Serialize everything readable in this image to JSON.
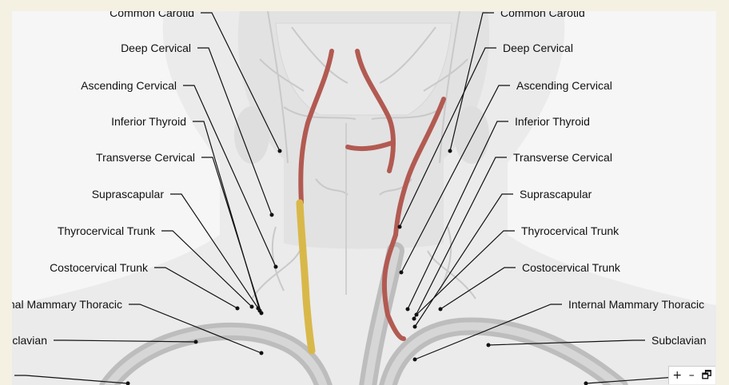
{
  "controls": {
    "zoom_in": "+",
    "zoom_out": "–",
    "restore": "🗗"
  },
  "labels_left": [
    {
      "id": "common-carotid-left",
      "text": "Common Carotid"
    },
    {
      "id": "deep-cervical-left",
      "text": "Deep Cervical"
    },
    {
      "id": "ascending-cervical-left",
      "text": "Ascending Cervical"
    },
    {
      "id": "inferior-thyroid-left",
      "text": "Inferior Thyroid"
    },
    {
      "id": "transverse-cervical-left",
      "text": "Transverse Cervical"
    },
    {
      "id": "suprascapular-left",
      "text": "Suprascapular"
    },
    {
      "id": "thyrocervical-trunk-left",
      "text": "Thyrocervical Trunk"
    },
    {
      "id": "costocervical-trunk-left",
      "text": "Costocervical Trunk"
    },
    {
      "id": "internal-mammary-thoracic-left",
      "text": "Internal Mammary Thoracic"
    },
    {
      "id": "subclavian-left",
      "text": "Subclavian"
    }
  ],
  "labels_right": [
    {
      "id": "common-carotid-right",
      "text": "Common Carotid"
    },
    {
      "id": "deep-cervical-right",
      "text": "Deep Cervical"
    },
    {
      "id": "ascending-cervical-right",
      "text": "Ascending Cervical"
    },
    {
      "id": "inferior-thyroid-right",
      "text": "Inferior Thyroid"
    },
    {
      "id": "transverse-cervical-right",
      "text": "Transverse Cervical"
    },
    {
      "id": "suprascapular-right",
      "text": "Suprascapular"
    },
    {
      "id": "thyrocervical-trunk-right",
      "text": "Thyrocervical Trunk"
    },
    {
      "id": "costocervical-trunk-right",
      "text": "Costocervical Trunk"
    },
    {
      "id": "internal-mammary-thoracic-right",
      "text": "Internal Mammary Thoracic"
    },
    {
      "id": "subclavian-right",
      "text": "Subclavian"
    }
  ],
  "colors": {
    "artery_red": "#b25a52",
    "highlight_yellow": "#d9b84a",
    "vessel_gray": "#c8c8c8",
    "leader": "#111111"
  }
}
